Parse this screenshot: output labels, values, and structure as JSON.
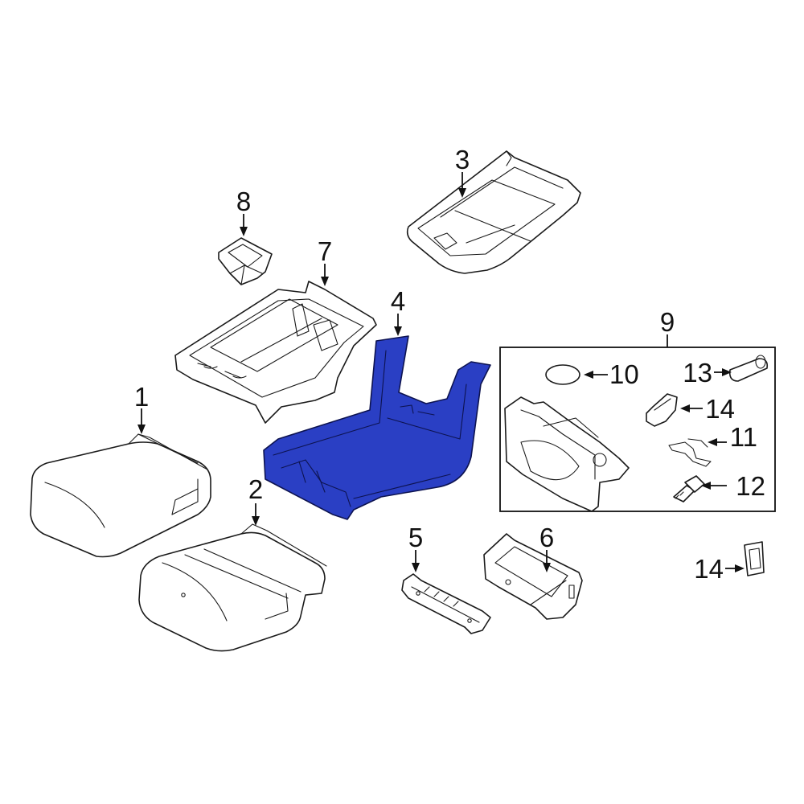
{
  "diagram": {
    "highlight_color": "#2a3fc4",
    "callouts": [
      {
        "id": "c1",
        "label": "1"
      },
      {
        "id": "c2",
        "label": "2"
      },
      {
        "id": "c3",
        "label": "3"
      },
      {
        "id": "c4",
        "label": "4"
      },
      {
        "id": "c5",
        "label": "5"
      },
      {
        "id": "c6",
        "label": "6"
      },
      {
        "id": "c7",
        "label": "7"
      },
      {
        "id": "c8",
        "label": "8"
      },
      {
        "id": "c9",
        "label": "9"
      },
      {
        "id": "c10",
        "label": "10"
      },
      {
        "id": "c11",
        "label": "11"
      },
      {
        "id": "c12",
        "label": "12"
      },
      {
        "id": "c13",
        "label": "13"
      },
      {
        "id": "c14a",
        "label": "14"
      },
      {
        "id": "c14b",
        "label": "14"
      }
    ]
  }
}
